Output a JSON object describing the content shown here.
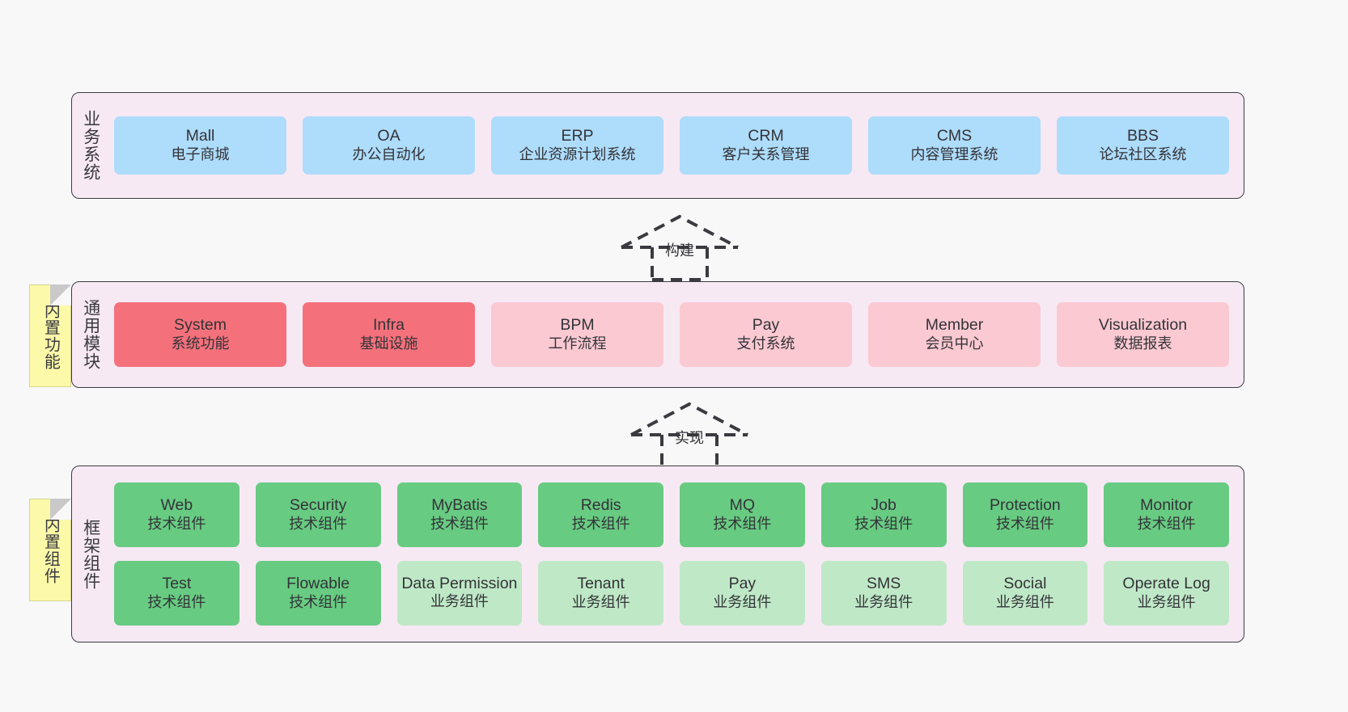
{
  "diagram": {
    "background_color": "#f8f8f8",
    "panel_color": "#f7e9f4",
    "border_color": "#3c3c46",
    "note_color": "#fcfaa8"
  },
  "layers": [
    {
      "title": "业务系统",
      "note": null,
      "rows": [
        {
          "cells": [
            {
              "name": "Mall",
              "sub": "电子商城",
              "color": "#aedcfb",
              "style": "c-blue"
            },
            {
              "name": "OA",
              "sub": "办公自动化",
              "color": "#aedcfb",
              "style": "c-blue"
            },
            {
              "name": "ERP",
              "sub": "企业资源计划系统",
              "color": "#aedcfb",
              "style": "c-blue"
            },
            {
              "name": "CRM",
              "sub": "客户关系管理",
              "color": "#aedcfb",
              "style": "c-blue"
            },
            {
              "name": "CMS",
              "sub": "内容管理系统",
              "color": "#aedcfb",
              "style": "c-blue"
            },
            {
              "name": "BBS",
              "sub": "论坛社区系统",
              "color": "#aedcfb",
              "style": "c-blue"
            }
          ]
        }
      ]
    },
    {
      "title": "通用模块",
      "note": "内置功能",
      "rows": [
        {
          "cells": [
            {
              "name": "System",
              "sub": "系统功能",
              "color": "#f4717b",
              "style": "c-red"
            },
            {
              "name": "Infra",
              "sub": "基础设施",
              "color": "#f4717b",
              "style": "c-red"
            },
            {
              "name": "BPM",
              "sub": "工作流程",
              "color": "#fbc9d2",
              "style": "c-pink"
            },
            {
              "name": "Pay",
              "sub": "支付系统",
              "color": "#fbc9d2",
              "style": "c-pink"
            },
            {
              "name": "Member",
              "sub": "会员中心",
              "color": "#fbc9d2",
              "style": "c-pink"
            },
            {
              "name": "Visualization",
              "sub": "数据报表",
              "color": "#fbc9d2",
              "style": "c-pink"
            }
          ]
        }
      ]
    },
    {
      "title": "框架组件",
      "note": "内置组件",
      "rows": [
        {
          "cells": [
            {
              "name": "Web",
              "sub": "技术组件",
              "color": "#68cb82",
              "style": "c-green"
            },
            {
              "name": "Security",
              "sub": "技术组件",
              "color": "#68cb82",
              "style": "c-green"
            },
            {
              "name": "MyBatis",
              "sub": "技术组件",
              "color": "#68cb82",
              "style": "c-green"
            },
            {
              "name": "Redis",
              "sub": "技术组件",
              "color": "#68cb82",
              "style": "c-green"
            },
            {
              "name": "MQ",
              "sub": "技术组件",
              "color": "#68cb82",
              "style": "c-green"
            },
            {
              "name": "Job",
              "sub": "技术组件",
              "color": "#68cb82",
              "style": "c-green"
            },
            {
              "name": "Protection",
              "sub": "技术组件",
              "color": "#68cb82",
              "style": "c-green"
            },
            {
              "name": "Monitor",
              "sub": "技术组件",
              "color": "#68cb82",
              "style": "c-green"
            }
          ]
        },
        {
          "cells": [
            {
              "name": "Test",
              "sub": "技术组件",
              "color": "#68cb82",
              "style": "c-green"
            },
            {
              "name": "Flowable",
              "sub": "技术组件",
              "color": "#68cb82",
              "style": "c-green"
            },
            {
              "name": "Data Permission",
              "sub": "业务组件",
              "color": "#bfe8c7",
              "style": "c-lightgreen"
            },
            {
              "name": "Tenant",
              "sub": "业务组件",
              "color": "#bfe8c7",
              "style": "c-lightgreen"
            },
            {
              "name": "Pay",
              "sub": "业务组件",
              "color": "#bfe8c7",
              "style": "c-lightgreen"
            },
            {
              "name": "SMS",
              "sub": "业务组件",
              "color": "#bfe8c7",
              "style": "c-lightgreen"
            },
            {
              "name": "Social",
              "sub": "业务组件",
              "color": "#bfe8c7",
              "style": "c-lightgreen"
            },
            {
              "name": "Operate Log",
              "sub": "业务组件",
              "color": "#bfe8c7",
              "style": "c-lightgreen"
            }
          ]
        }
      ]
    }
  ],
  "connectors": [
    {
      "label": "构建"
    },
    {
      "label": "实现"
    }
  ]
}
